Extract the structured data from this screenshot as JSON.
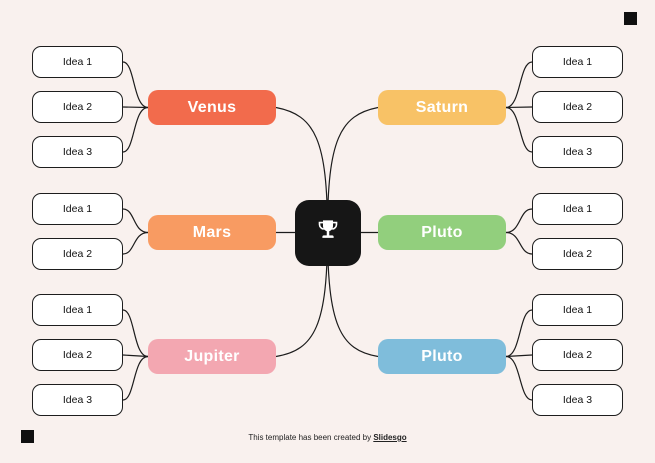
{
  "canvas": {
    "background": "#f9f1ee"
  },
  "center_node": {
    "icon": "trophy-icon",
    "color": "#161616"
  },
  "branches": [
    {
      "label": "Venus",
      "color": "#f26b4c",
      "side": "left",
      "ideas": [
        "Idea 1",
        "Idea 2",
        "Idea 3"
      ]
    },
    {
      "label": "Mars",
      "color": "#f89b62",
      "side": "left",
      "ideas": [
        "Idea 1",
        "Idea 2"
      ]
    },
    {
      "label": "Jupiter",
      "color": "#f3a7b1",
      "side": "left",
      "ideas": [
        "Idea 1",
        "Idea 2",
        "Idea 3"
      ]
    },
    {
      "label": "Saturn",
      "color": "#f8c266",
      "side": "right",
      "ideas": [
        "Idea 1",
        "Idea 2",
        "Idea 3"
      ]
    },
    {
      "label": "Pluto",
      "color": "#92cf7d",
      "side": "right",
      "ideas": [
        "Idea 1",
        "Idea 2"
      ]
    },
    {
      "label": "Pluto",
      "color": "#7fbddb",
      "side": "right",
      "ideas": [
        "Idea 1",
        "Idea 2",
        "Idea 3"
      ]
    }
  ],
  "footer": {
    "prefix": "This template has been created by ",
    "brand": "Slidesgo"
  }
}
